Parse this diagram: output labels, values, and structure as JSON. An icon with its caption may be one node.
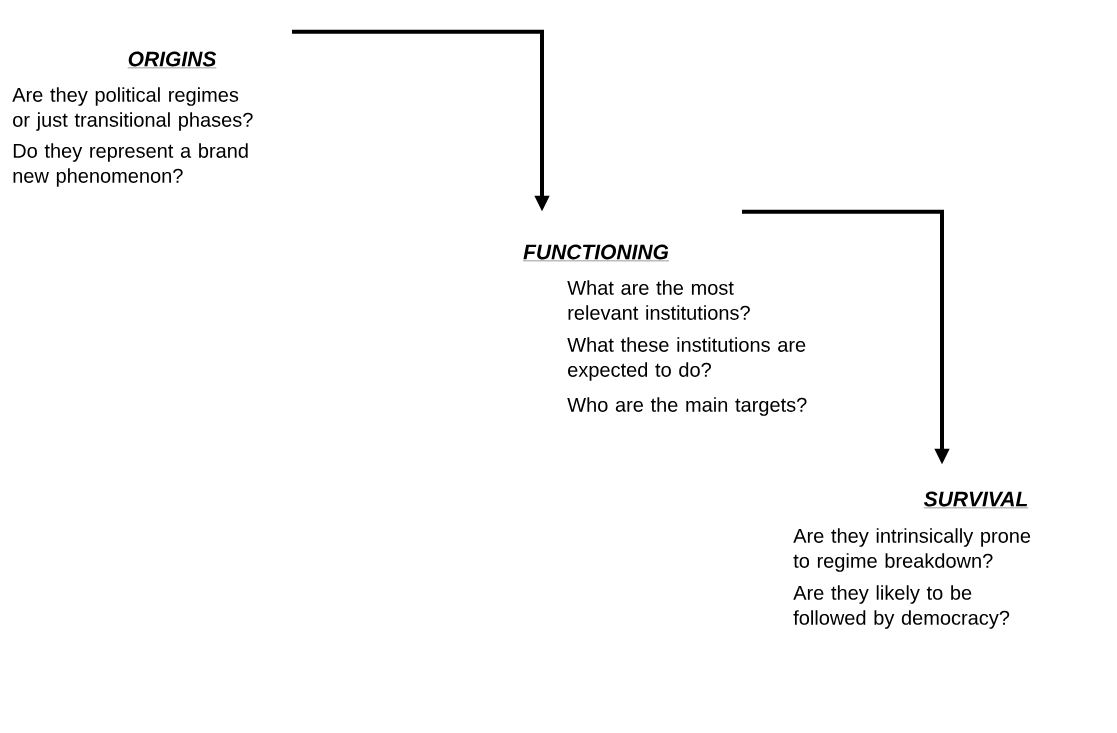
{
  "diagram": {
    "nodes": [
      {
        "text": [
          "ORIGINS",
          "Are they political regimes or just transitional phases?",
          "Do they represent a brand new phenomenon?"
        ]
      },
      {
        "text": [
          "FUNCTIONING",
          "What are the most relevant institutions?",
          "What these institutions are expected to do?",
          "Who are the main targets?"
        ]
      },
      {
        "text": [
          "SURVIVAL",
          "Are they intrinsically prone to regime breakdown?",
          "Are they likely to be followed by democracy?"
        ]
      }
    ],
    "edges": [
      {
        "from": 0,
        "to": 1,
        "arrow": "to"
      },
      {
        "from": 1,
        "to": 2,
        "arrow": "to"
      }
    ]
  }
}
